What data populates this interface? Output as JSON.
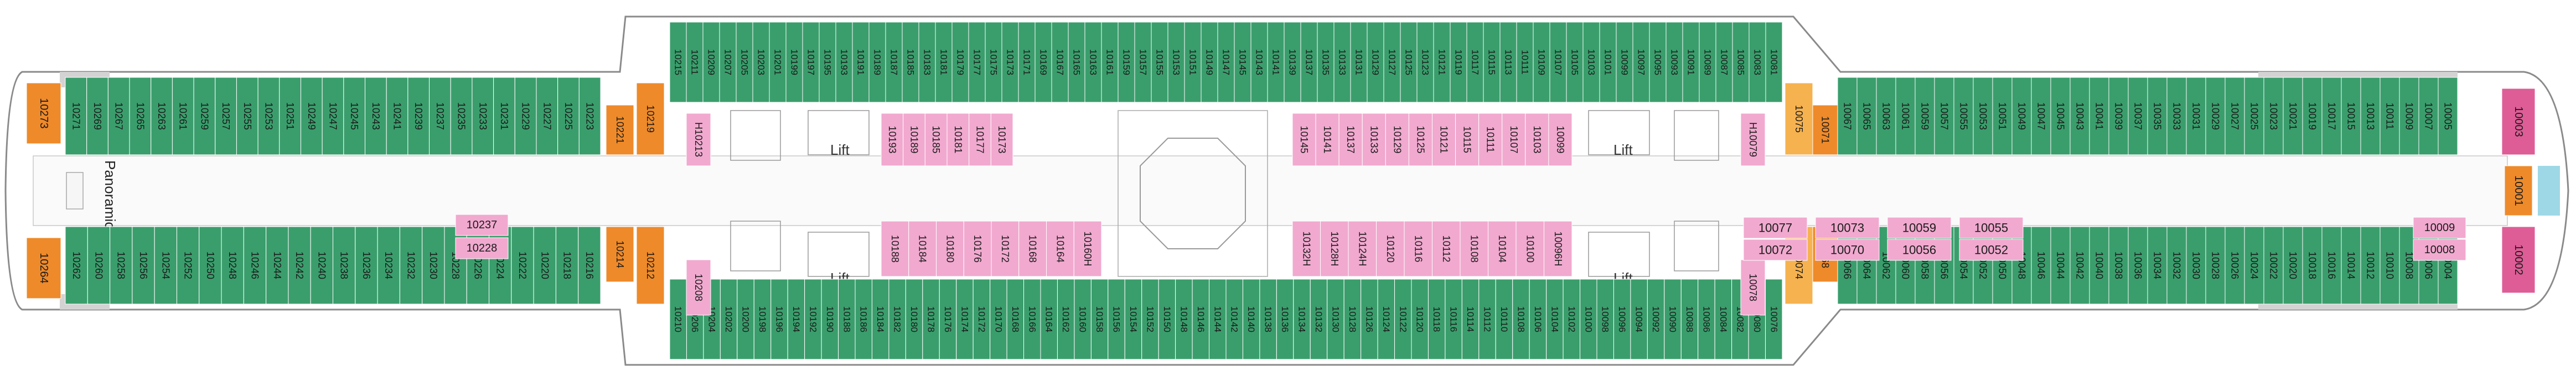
{
  "colors": {
    "interior": "#f1a9cf",
    "balcony": "#3a9e6c",
    "suite": "#ee8a2a",
    "suite_light": "#f6b24f",
    "aft_special": "#de5d96",
    "hull_line": "#8a8a8a",
    "gray_block": "#d3d3d3",
    "hatch": "#cfcfcf"
  },
  "labels": {
    "panoramic_lift": "Panoramic Lift",
    "lift": "Lift"
  },
  "cabins": {
    "top_fwd": [
      "10271",
      "10269",
      "10267",
      "10265",
      "10263",
      "10261",
      "10259",
      "10257",
      "10255",
      "10253",
      "10251",
      "10249",
      "10247",
      "10245",
      "10243",
      "10241",
      "10239",
      "10237",
      "10235",
      "10233",
      "10231",
      "10229",
      "10227",
      "10225",
      "10223"
    ],
    "top_mid": [
      "10215",
      "10211",
      "10209",
      "10207",
      "10205",
      "10203",
      "10201",
      "10199",
      "10197",
      "10195",
      "10193",
      "10191",
      "10189",
      "10187",
      "10185",
      "10183",
      "10181",
      "10179",
      "10177",
      "10175",
      "10173",
      "10171",
      "10169",
      "10167",
      "10165",
      "10163",
      "10161",
      "10159",
      "10157",
      "10155",
      "10153",
      "10151",
      "10149",
      "10147",
      "10145",
      "10143",
      "10141",
      "10139",
      "10137",
      "10135",
      "10133",
      "10131",
      "10129",
      "10127",
      "10125",
      "10123",
      "10121",
      "10119",
      "10117",
      "10115",
      "10113",
      "10111",
      "10109",
      "10107",
      "10105",
      "10103",
      "10101",
      "10099",
      "10097",
      "10095",
      "10093",
      "10091",
      "10089",
      "10087",
      "10085",
      "10083",
      "10081"
    ],
    "top_aft": [
      "10067",
      "10065",
      "10063",
      "10061",
      "10059",
      "10057",
      "10055",
      "10053",
      "10051",
      "10049",
      "10047",
      "10045",
      "10043",
      "10041",
      "10039",
      "10037",
      "10035",
      "10033",
      "10031",
      "10029",
      "10027",
      "10025",
      "10023",
      "10021",
      "10019",
      "10017",
      "10015",
      "10013",
      "10011",
      "10009",
      "10007",
      "10005"
    ],
    "bot_fwd": [
      "10262",
      "10260",
      "10258",
      "10256",
      "10254",
      "10252",
      "10250",
      "10248",
      "10246",
      "10244",
      "10242",
      "10240",
      "10238",
      "10236",
      "10234",
      "10232",
      "10230",
      "10228",
      "10226",
      "10224",
      "10222",
      "10220",
      "10218",
      "10216"
    ],
    "bot_mid": [
      "10210",
      "10206",
      "10204",
      "10202",
      "10200",
      "10198",
      "10196",
      "10194",
      "10192",
      "10190",
      "10188",
      "10186",
      "10184",
      "10182",
      "10180",
      "10178",
      "10176",
      "10174",
      "10172",
      "10170",
      "10168",
      "10166",
      "10164",
      "10162",
      "10160",
      "10158",
      "10156",
      "10154",
      "10152",
      "10150",
      "10148",
      "10146",
      "10144",
      "10142",
      "10140",
      "10138",
      "10136",
      "10134",
      "10132",
      "10130",
      "10128",
      "10126",
      "10124",
      "10122",
      "10120",
      "10118",
      "10116",
      "10114",
      "10112",
      "10110",
      "10108",
      "10106",
      "10104",
      "10102",
      "10100",
      "10098",
      "10096",
      "10094",
      "10092",
      "10090",
      "10088",
      "10086",
      "10084",
      "10082",
      "10080",
      "10076"
    ],
    "bot_aft": [
      "10066",
      "10064",
      "10062",
      "10060",
      "10058",
      "10056",
      "10054",
      "10052",
      "10050",
      "10048",
      "10046",
      "10044",
      "10042",
      "10040",
      "10038",
      "10036",
      "10034",
      "10032",
      "10030",
      "10028",
      "10026",
      "10024",
      "10022",
      "10020",
      "10018",
      "10016",
      "10014",
      "10012",
      "10010",
      "10008",
      "10006",
      "10004"
    ],
    "inner_top_fwd": [
      "10193",
      "10189",
      "10185",
      "10181",
      "10177",
      "10173"
    ],
    "inner_top_aft": [
      "10145",
      "10141",
      "10137",
      "10133",
      "10129",
      "10125",
      "10121",
      "10115",
      "10111",
      "10107",
      "10103",
      "10099"
    ],
    "inner_bot_fwd": [
      "10188",
      "10184",
      "10180",
      "10176",
      "10172",
      "10168",
      "10164",
      "10160H"
    ],
    "inner_bot_aft": [
      "10132H",
      "10128H",
      "10124H",
      "10120",
      "10116",
      "10112",
      "10108",
      "10104",
      "10100",
      "10096H"
    ]
  },
  "specials": {
    "fwd_top_suite": "10273",
    "fwd_bot_suite": "10264",
    "fwd_block_1": "10237",
    "fwd_block_2": "10228",
    "fwd_corner_top_a": "10221",
    "fwd_corner_top_b": "10219",
    "fwd_corner_bot_a": "10214",
    "fwd_corner_bot_b": "10212",
    "h_fwd_top": "H10213",
    "h_fwd_bot": "10208",
    "h_aft_top": "H10079",
    "h_aft_bot": "10078",
    "aft_corner_top_a": "10075",
    "aft_corner_top_b": "10071",
    "aft_corner_bot_a": "10074",
    "aft_corner_bot_b": "10068",
    "center_grid": [
      "10077",
      "10073",
      "10059",
      "10055",
      "10072",
      "10070",
      "10056",
      "10052"
    ],
    "aft_block_1": "10009",
    "aft_block_2": "10008",
    "stern_top": "10003",
    "stern_mid": "10001",
    "stern_bot": "10002"
  }
}
